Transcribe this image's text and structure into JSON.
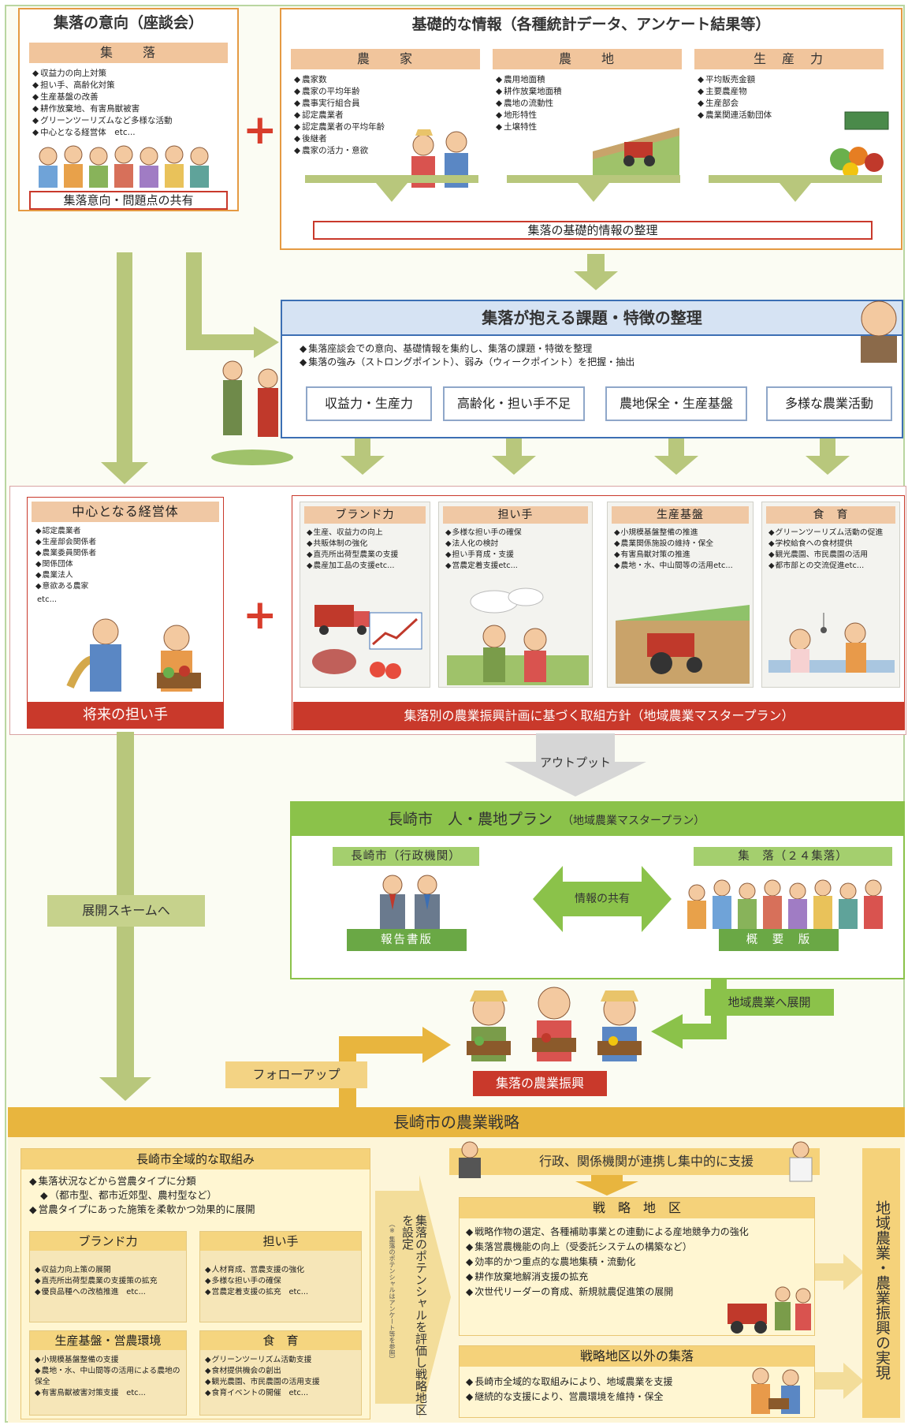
{
  "top_left": {
    "title": "集落の意向（座談会）",
    "category": "集　　落",
    "items": [
      "収益力の向上対策",
      "担い手、高齢化対策",
      "生産基盤の改善",
      "耕作放棄地、有害鳥獣被害",
      "グリーンツーリズムなど多様な活動",
      "中心となる経営体　etc..."
    ],
    "output": "集落意向・問題点の共有"
  },
  "top_right": {
    "title": "基礎的な情報（各種統計データ、アンケート結果等）",
    "cols": [
      {
        "label": "農　　家",
        "items": [
          "農家数",
          "農家の平均年齢",
          "農事実行組合員",
          "認定農業者",
          "認定農業者の平均年齢",
          "後継者",
          "農家の活力・意欲"
        ]
      },
      {
        "label": "農　　地",
        "items": [
          "農用地面積",
          "耕作放棄地面積",
          "農地の流動性",
          "地形特性",
          "土壌特性"
        ]
      },
      {
        "label": "生　産　力",
        "items": [
          "平均販売金額",
          "主要農産物",
          "生産部会",
          "農業関連活動団体"
        ]
      }
    ],
    "output": "集落の基礎的情報の整理"
  },
  "issues": {
    "title": "集落が抱える課題・特徴の整理",
    "bullets": [
      "集落座談会での意向、基礎情報を集約し、集落の課題・特徴を整理",
      "集落の強み（ストロングポイント）、弱み（ウィークポイント）を把握・抽出"
    ],
    "tags": [
      "収益力・生産力",
      "高齢化・担い手不足",
      "農地保全・生産基盤",
      "多様な農業活動"
    ]
  },
  "future": {
    "title": "中心となる経営体",
    "items": [
      "認定農業者",
      "生産部会関係者",
      "農業委員関係者",
      "関係団体",
      "農業法人",
      "意欲ある農家"
    ],
    "etc": "etc...",
    "output": "将来の担い手"
  },
  "plan_cards": [
    {
      "label": "ブランド力",
      "items": [
        "生産、収益力の向上",
        "共販体制の強化",
        "直売所出荷型農業の支援",
        "農産加工品の支援etc..."
      ]
    },
    {
      "label": "担い手",
      "items": [
        "多様な担い手の確保",
        "法人化の検討",
        "担い手育成・支援",
        "営農定着支援etc..."
      ]
    },
    {
      "label": "生産基盤",
      "items": [
        "小規模基盤整備の推進",
        "農業関係施設の維持・保全",
        "有害鳥獣対策の推進",
        "農地・水、中山間等の活用etc..."
      ]
    },
    {
      "label": "食　育",
      "items": [
        "グリーンツーリズム活動の促進",
        "学校給食への食材提供",
        "観光農園、市民農園の活用",
        "都市部との交流促進etc..."
      ]
    }
  ],
  "plan_output": "集落別の農業振興計画に基づく取組方針（地域農業マスタープラン）",
  "arrows": {
    "output": "アウトプット",
    "deploy_scheme": "展開スキームへ",
    "follow_up": "フォローアップ",
    "to_region": "地域農業へ展開",
    "info_share": "情報の共有"
  },
  "nagasaki_plan": {
    "title": "長崎市　人・農地プラン",
    "subtitle": "（地域農業マスタープラン）",
    "left_tab": "長崎市（行政機関）",
    "left_btn": "報告書版",
    "right_tab": "集　落（２４集落）",
    "right_btn": "概　要　版"
  },
  "promotion": "集落の農業振興",
  "strategy": {
    "title": "長崎市の農業戦略",
    "wide_title": "長崎市全域的な取組み",
    "wide_items": [
      "集落状況などから営農タイプに分類",
      "（都市型、都市近郊型、農村型など）",
      "営農タイプにあった施策を柔軟かつ効果的に展開"
    ],
    "sq": [
      {
        "label": "ブランド力",
        "items": [
          "収益力向上策の展開",
          "直売所出荷型農業の支援策の拡充",
          "優良品種への改植推進　etc..."
        ]
      },
      {
        "label": "担い手",
        "items": [
          "人材育成、営農支援の強化",
          "多様な担い手の確保",
          "営農定着支援の拡充　etc..."
        ]
      },
      {
        "label": "生産基盤・営農環境",
        "items": [
          "小規模基盤整備の支援",
          "農地・水、中山間等の活用による農地の保全",
          "有害鳥獣被害対策支援　etc..."
        ]
      },
      {
        "label": "食　育",
        "items": [
          "グリーンツーリズム活動支援",
          "食材提供機会の創出",
          "観光農園、市民農園の活用支援",
          "食育イベントの開催　etc..."
        ]
      }
    ],
    "vertical_main": "集落のポテンシャルを評価し戦略地区を設定",
    "vertical_small": "（※ 集落のポテンシャルはアンケート等を参照）",
    "support_title": "行政、関係機関が連携し集中的に支援",
    "strategic": {
      "title": "戦　略　地　区",
      "items": [
        "戦略作物の選定、各種補助事業との連動による産地競争力の強化",
        "集落営農機能の向上（受委託システムの構築など）",
        "効率的かつ重点的な農地集積・流動化",
        "耕作放棄地解消支援の拡充",
        "次世代リーダーの育成、新規就農促進策の展開"
      ]
    },
    "non_strategic": {
      "title": "戦略地区以外の集落",
      "items": [
        "長崎市全域的な取組みにより、地域農業を支援",
        "継続的な支援により、営農環境を維持・保全"
      ]
    },
    "realization": "地域農業・農業振興の実現"
  },
  "colors": {
    "orange": "#e59a43",
    "red": "#c9392b",
    "olive": "#b8c77c",
    "gold": "#e8b53e",
    "green": "#8bc24a",
    "blue": "#3c6fb4"
  }
}
